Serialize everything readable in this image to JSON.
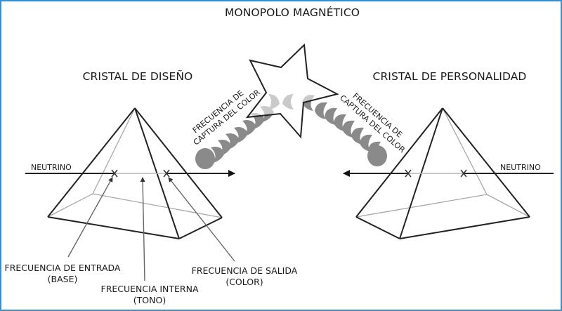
{
  "diagram": {
    "title": "MONOPOLO MAGNÉTICO",
    "left_crystal": {
      "label": "CRISTAL DE DISEÑO",
      "neutrino_label": "NEUTRINO",
      "capture_label_line1": "FRECUENCIA DE",
      "capture_label_line2": "CAPTURA DEL COLOR"
    },
    "right_crystal": {
      "label": "CRISTAL DE PERSONALIDAD",
      "neutrino_label": "NEUTRINO",
      "capture_label_line1": "FRECUENCIA DE",
      "capture_label_line2": "CAPTURA DEL COLOR"
    },
    "callouts": [
      {
        "line1": "FRECUENCIA DE ENTRADA",
        "line2": "(BASE)"
      },
      {
        "line1": "FRECUENCIA INTERNA",
        "line2": "(TONO)"
      },
      {
        "line1": "FRECUENCIA DE SALIDA",
        "line2": "(COLOR)"
      }
    ],
    "colors": {
      "frame": "#3a8fd1",
      "line": "#222222",
      "hidden_line": "#a8a8a8",
      "wave": "#8a8a8a"
    }
  }
}
